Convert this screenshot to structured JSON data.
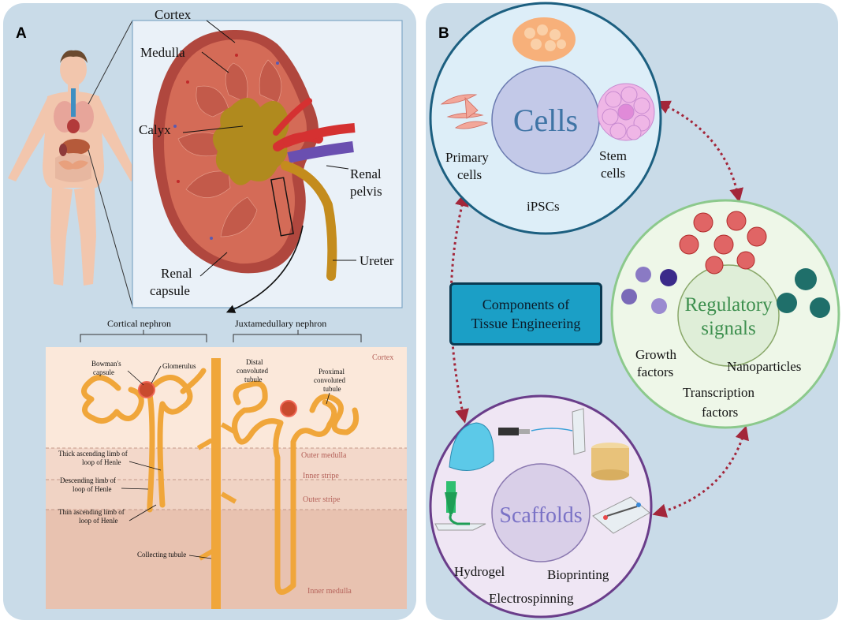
{
  "panel_a": {
    "label": "A",
    "kidney": {
      "cortex": "Cortex",
      "medulla": "Medulla",
      "calyx": "Calyx",
      "renal_pelvis_1": "Renal",
      "renal_pelvis_2": "pelvis",
      "ureter": "Ureter",
      "renal_capsule_1": "Renal",
      "renal_capsule_2": "capsule"
    },
    "nephron": {
      "cortical": "Cortical nephron",
      "juxtamedullary": "Juxtamedullary nephron",
      "bowmans_1": "Bowman's",
      "bowmans_2": "capsule",
      "glomerulus": "Glomerulus",
      "distal_1": "Distal",
      "distal_2": "convoluted",
      "distal_3": "tubule",
      "proximal_1": "Proximal",
      "proximal_2": "convoluted",
      "proximal_3": "tubule",
      "thick_1": "Thick ascending limb of",
      "thick_2": "loop of Henle",
      "descending_1": "Descending limb of",
      "descending_2": "loop of Henle",
      "thin_1": "Thin ascending limb of",
      "thin_2": "loop of Henle",
      "collecting": "Collecting tubule",
      "zone_cortex": "Cortex",
      "zone_outer_medulla": "Outer medulla",
      "zone_inner_stripe": "Inner stripe",
      "zone_outer_stripe": "Outer stripe",
      "zone_inner_medulla": "Inner medulla"
    }
  },
  "panel_b": {
    "label": "B",
    "center_box_1": "Components of",
    "center_box_2": "Tissue Engineering",
    "cells": {
      "title": "Cells",
      "primary_1": "Primary",
      "primary_2": "cells",
      "stem_1": "Stem",
      "stem_2": "cells",
      "ipscs": "iPSCs"
    },
    "signals": {
      "title_1": "Regulatory",
      "title_2": "signals",
      "growth_1": "Growth",
      "growth_2": "factors",
      "nanoparticles": "Nanoparticles",
      "transcription_1": "Transcription",
      "transcription_2": "factors"
    },
    "scaffolds": {
      "title": "Scaffolds",
      "hydrogel": "Hydrogel",
      "bioprinting": "Bioprinting",
      "electrospinning": "Electrospinning"
    }
  },
  "colors": {
    "panel_bg": "#c9dbe8",
    "kidney_cortex": "#c8614f",
    "calyx": "#b08a1e",
    "tubule": "#f0a63a",
    "arrow": "#a3263a",
    "cells_ring": "#1c5f80",
    "signals_ring": "#8cc98c",
    "scaffolds_ring": "#6a3d8a",
    "box_fill": "#1b9fc6"
  }
}
